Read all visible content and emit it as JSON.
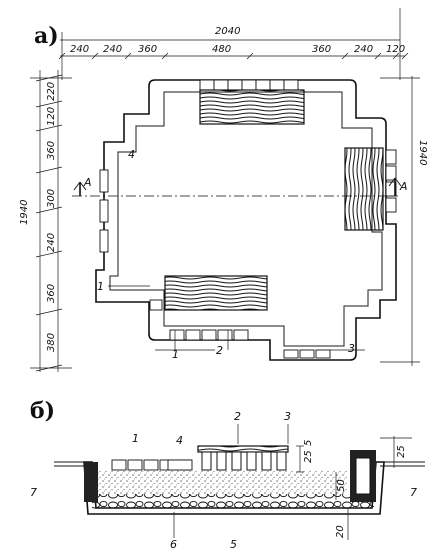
{
  "plan": {
    "label": "a)",
    "top_total": "2040",
    "top_segments": [
      "240",
      "240",
      "360",
      "480",
      "360",
      "240",
      "120"
    ],
    "left_total": "1940",
    "left_segments": [
      "220",
      "120",
      "360",
      "300",
      "240",
      "360",
      "380"
    ],
    "right_total": "1940",
    "section_mark_left": "A",
    "section_mark_right": "A",
    "callouts": [
      "1",
      "1",
      "2",
      "3",
      "4"
    ]
  },
  "section": {
    "label": "б)",
    "dim_right": "25",
    "dim_mid_a": "25",
    "dim_mid_b": "5",
    "dim_low": "50",
    "dim_bottom": "20",
    "callouts": [
      "1",
      "2",
      "3",
      "4",
      "5",
      "6",
      "7",
      "7"
    ]
  },
  "colors": {
    "ink": "#111111",
    "paper": "#ffffff"
  }
}
